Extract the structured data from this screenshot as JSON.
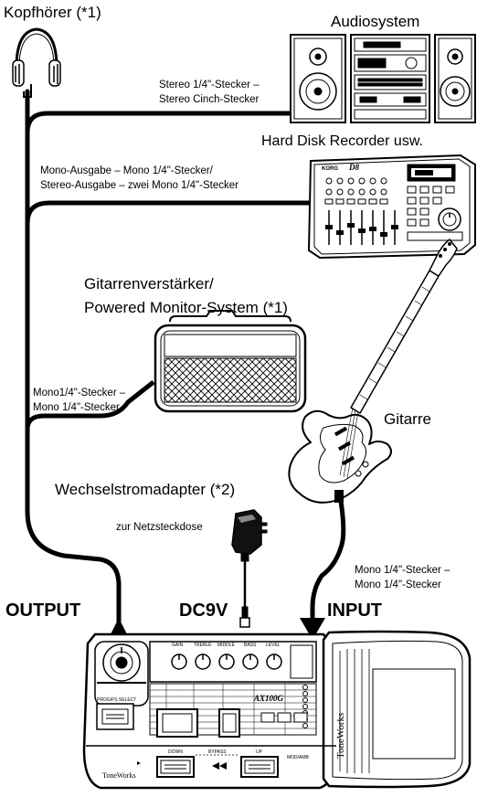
{
  "labels": {
    "headphones": "Kopfhörer (*1)",
    "audiosystem": "Audiosystem",
    "hdr": "Hard Disk Recorder usw.",
    "amp_line1": "Gitarrenverstärker/",
    "amp_line2": "Powered Monitor-System (*1)",
    "guitar": "Gitarre",
    "adapter": "Wechselstromadapter (*2)",
    "outlet": "zur Netzsteckdose"
  },
  "cables": {
    "stereo_line1": "Stereo 1/4\"-Stecker –",
    "stereo_line2": "Stereo Cinch-Stecker",
    "hdr_line1": "Mono-Ausgabe – Mono 1/4\"-Stecker/",
    "hdr_line2": "Stereo-Ausgabe –  zwei Mono 1/4\"-Stecker",
    "amp_line1": "Mono1/4\"-Stecker –",
    "amp_line2": "Mono 1/4\"-Stecker",
    "guitar_line1": "Mono 1/4\"-Stecker –",
    "guitar_line2": "Mono 1/4\"-Stecker"
  },
  "jacks": {
    "output": "OUTPUT",
    "dc": "DC9V",
    "input": "INPUT"
  },
  "recorder": {
    "brand": "KORG",
    "model": "D8"
  },
  "device": {
    "brand": "ToneWorks",
    "model": "AX100G",
    "knobs": [
      "GAIN",
      "TREBLE",
      "MIDDLE",
      "BASS",
      "LEVEL"
    ],
    "program_select": "PROG/FS SELECT",
    "pedals": [
      "DOWN",
      "BYPASS",
      "UP"
    ],
    "mode": "MOD/AMB"
  }
}
